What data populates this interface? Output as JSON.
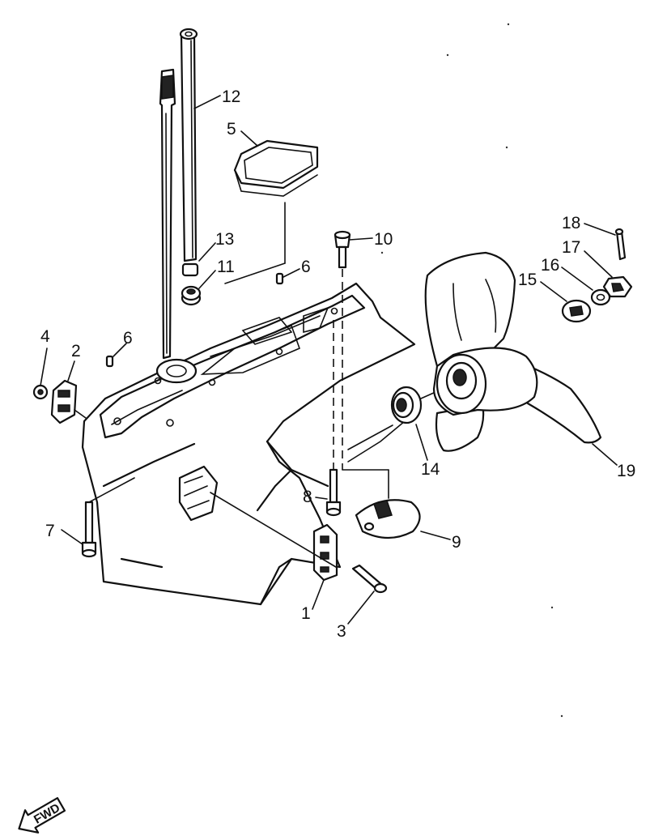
{
  "labels": {
    "p1": "1",
    "p2": "2",
    "p3": "3",
    "p4": "4",
    "p5": "5",
    "p6a": "6",
    "p6b": "6",
    "p7": "7",
    "p8": "8",
    "p9": "9",
    "p10": "10",
    "p11": "11",
    "p12": "12",
    "p13": "13",
    "p14": "14",
    "p15": "15",
    "p16": "16",
    "p17": "17",
    "p18": "18",
    "p19": "19"
  },
  "fwd_label": "FWD"
}
